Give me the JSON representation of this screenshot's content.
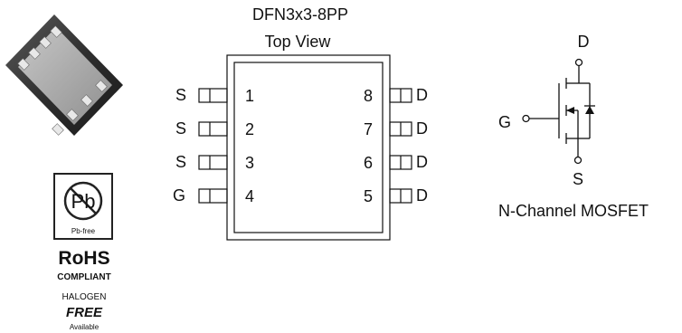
{
  "package": {
    "name": "DFN3x3-8PP",
    "view": "Top View",
    "pins_left": [
      {
        "name": "S",
        "num": "1"
      },
      {
        "name": "S",
        "num": "2"
      },
      {
        "name": "S",
        "num": "3"
      },
      {
        "name": "G",
        "num": "4"
      }
    ],
    "pins_right": [
      {
        "name": "D",
        "num": "8"
      },
      {
        "name": "D",
        "num": "7"
      },
      {
        "name": "D",
        "num": "6"
      },
      {
        "name": "D",
        "num": "5"
      }
    ]
  },
  "symbol": {
    "drain_label": "D",
    "gate_label": "G",
    "source_label": "S",
    "caption": "N-Channel MOSFET"
  },
  "badges": {
    "pb_text": "Pb",
    "pb_free_text": "Pb-free",
    "rohs": "RoHS",
    "compliant": "COMPLIANT",
    "halogen": "HALOGEN",
    "free": "FREE",
    "available": "Available"
  }
}
